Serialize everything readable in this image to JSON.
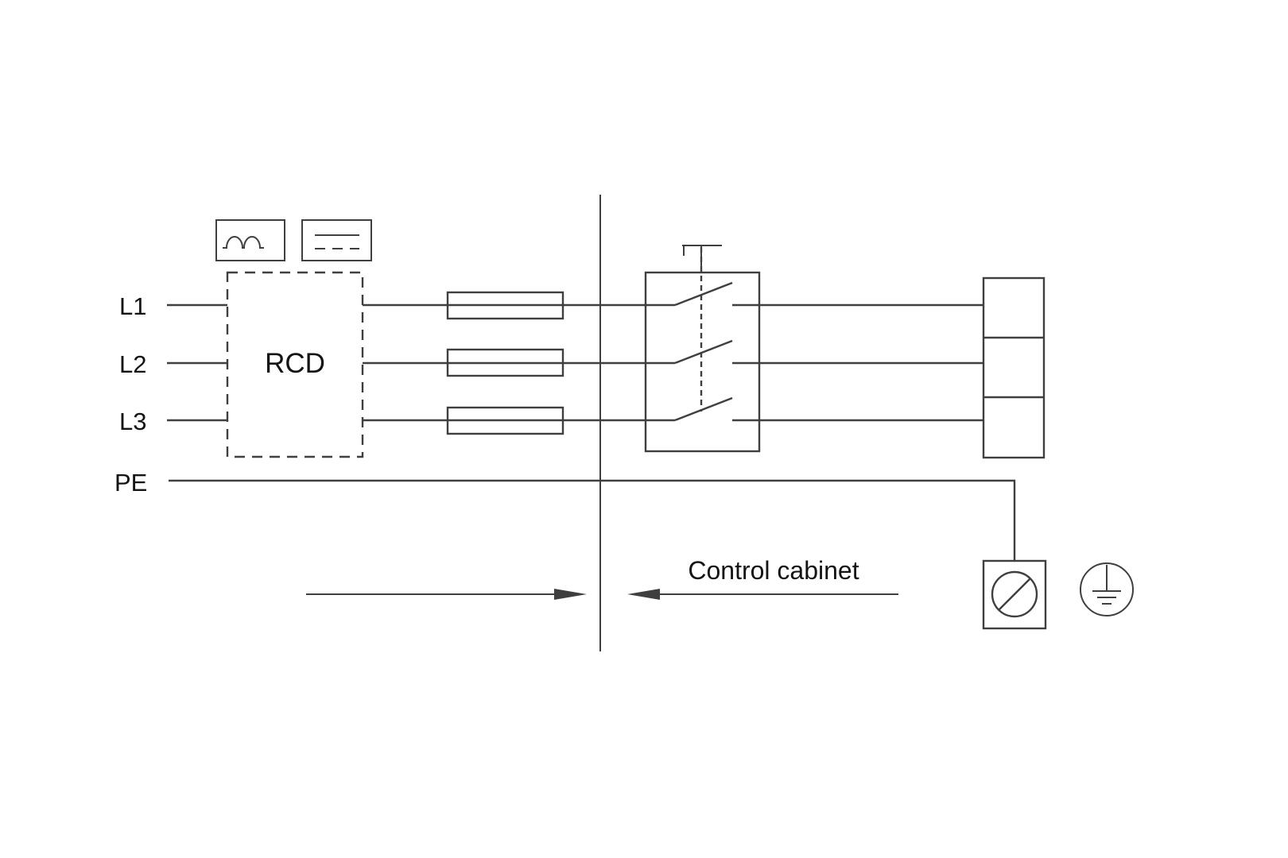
{
  "diagram": {
    "phase_labels": {
      "l1": "L1",
      "l2": "L2",
      "l3": "L3",
      "pe": "PE"
    },
    "rcd_label": "RCD",
    "control_cabinet_label": "Control cabinet",
    "colors": {
      "line": "#3f3f3f",
      "text": "#141414",
      "background": "#ffffff"
    }
  }
}
